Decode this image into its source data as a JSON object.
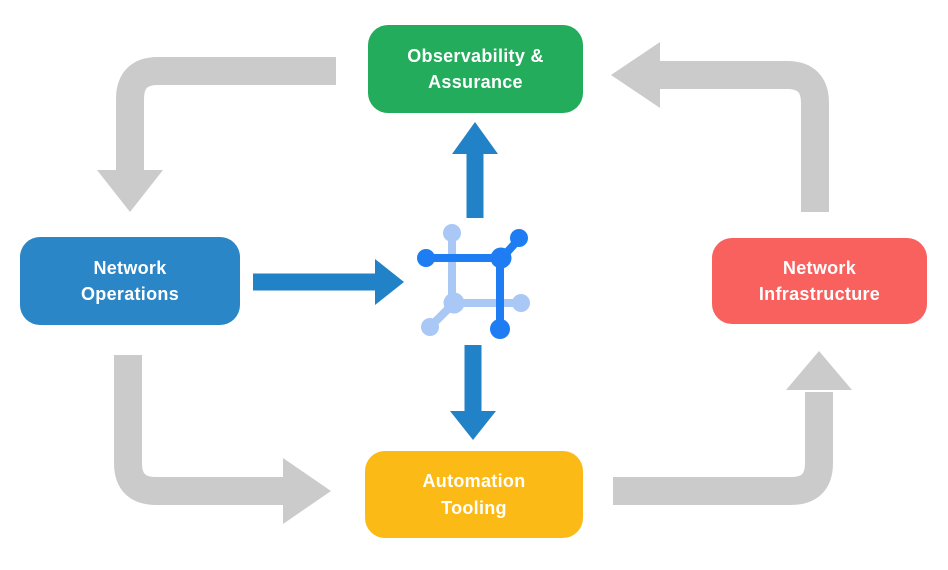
{
  "canvas": {
    "width": "948",
    "height": "570",
    "background": "#ffffff"
  },
  "boxes": {
    "observability": {
      "line1": "Observability &",
      "line2": "Assurance",
      "color": "#23AC5B"
    },
    "operations": {
      "line1": "Network",
      "line2": "Operations",
      "color": "#2A86C7"
    },
    "infrastructure": {
      "line1": "Network",
      "line2": "Infrastructure",
      "color": "#F9615E"
    },
    "automation": {
      "line1": "Automation",
      "line2": "Tooling",
      "color": "#FCBA16"
    }
  },
  "colors": {
    "cycle_arrow": "#CBCBCB",
    "flow_arrow": "#2182C8",
    "icon_primary": "#1E7DF2",
    "icon_secondary": "#A9C8F6",
    "box_text": "#FFFFFF"
  },
  "icons": {
    "center": "network-automation-icon"
  }
}
